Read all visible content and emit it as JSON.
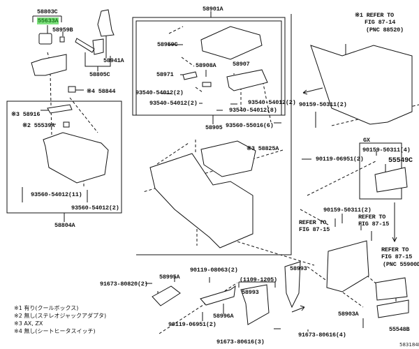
{
  "diagram": {
    "title": "Console box parts diagram",
    "code": "583184I",
    "highlight_color": "#7ee07e",
    "labels": {
      "p58803C": "58803C",
      "p55633A": "55633A",
      "p58959B": "58959B",
      "p58941A": "58941A",
      "p58805C": "58805C",
      "p58844": "※4 58844",
      "p58916": "※3 58916",
      "p55539A": "※2 55539A",
      "p93560_11": "93560-54012(11)",
      "p93560_2": "93560-54012(2)",
      "p58804A": "58804A",
      "p58901A": "58901A",
      "p58959C": "58959C",
      "p58908A": "58908A",
      "p58907": "58907",
      "p58971": "58971",
      "p93540_a": "93540-54012(2)",
      "p93540_b": "93540-54012(2)",
      "p93540_c": "93540-54012(2)",
      "p93540_d": "93540-54012(8)",
      "p58905": "58905",
      "p93560_55016": "93560-55016(6)",
      "ref1_line1": "※1 REFER TO",
      "ref1_line2": "FIG 87-14",
      "ref1_line3": "(PNC 88520)",
      "p90159_2a": "90159-50311(2)",
      "p58825A": "※3 58825A",
      "p90119_06951_a": "90119-06951(2)",
      "gx": "GX",
      "p90159_4": "90159-50311(4)",
      "p55549C": "55549C",
      "p90159_2b": "90159-50311(2)",
      "ref2_line1": "REFER TO",
      "ref2_line2": "FIG 87-15",
      "ref3_line1": "REFER TO",
      "ref3_line2": "FIG 87-15",
      "ref4_line1": "REFER TO",
      "ref4_line2": "FIG 87-15",
      "ref4_line3": "(PNC 55900D)",
      "p90119_08063": "90119-08063(2)",
      "p91673_80820": "91673-80820(2)",
      "p58995A": "58995A",
      "p58996A": "58996A",
      "p90119_06951_b": "90119-06951(2)",
      "date_range": "(1109-1205)",
      "p58993_a": "58993",
      "p58993_b": "58993",
      "p91673_80616_3": "91673-80616(3)",
      "p91673_80616_4": "91673-80616(4)",
      "p58903A": "58903A",
      "p55548B": "55548B"
    },
    "notes": [
      "※1 有り(クールボックス)",
      "※2 無し(ステレオジャックアダプタ)",
      "※3 AX, ZX",
      "※4 無し(シートヒータスイッチ)"
    ]
  }
}
